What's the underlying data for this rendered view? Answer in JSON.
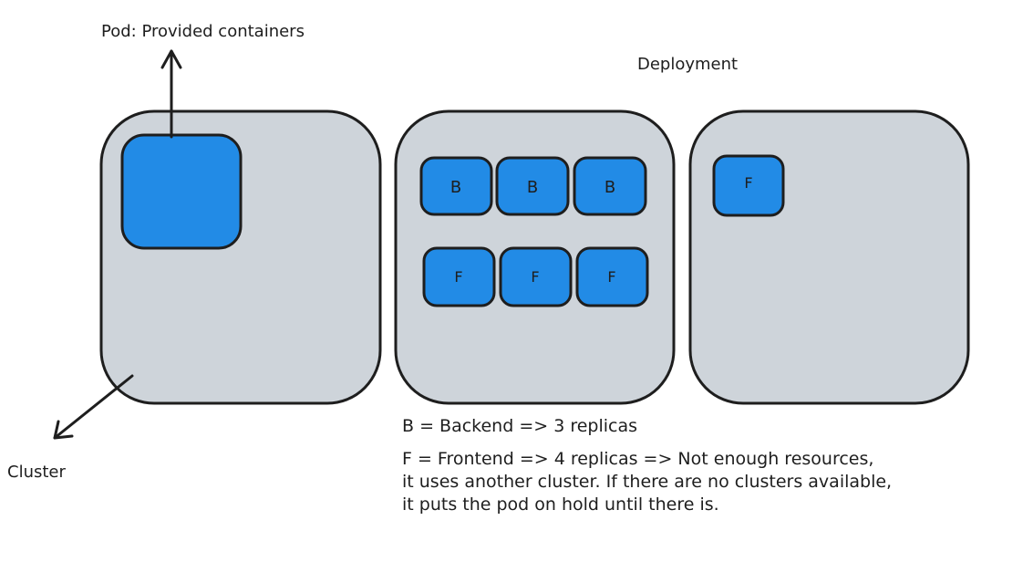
{
  "labels": {
    "pod": "Pod: Provided containers",
    "deployment": "Deployment",
    "cluster": "Cluster"
  },
  "pods": {
    "backend": [
      "B",
      "B",
      "B"
    ],
    "frontend": [
      "F",
      "F",
      "F"
    ],
    "frontend_overflow": [
      "F"
    ]
  },
  "legend": {
    "backend": "B = Backend => 3 replicas",
    "frontend_lines": [
      "F = Frontend => 4 replicas => Not enough resources,",
      "it uses another cluster. If there are no clusters available,",
      "it puts the pod on hold until there is."
    ]
  },
  "colors": {
    "cluster_fill": "#ced4da",
    "pod_fill": "#228be6",
    "stroke": "#1e1e1e"
  }
}
